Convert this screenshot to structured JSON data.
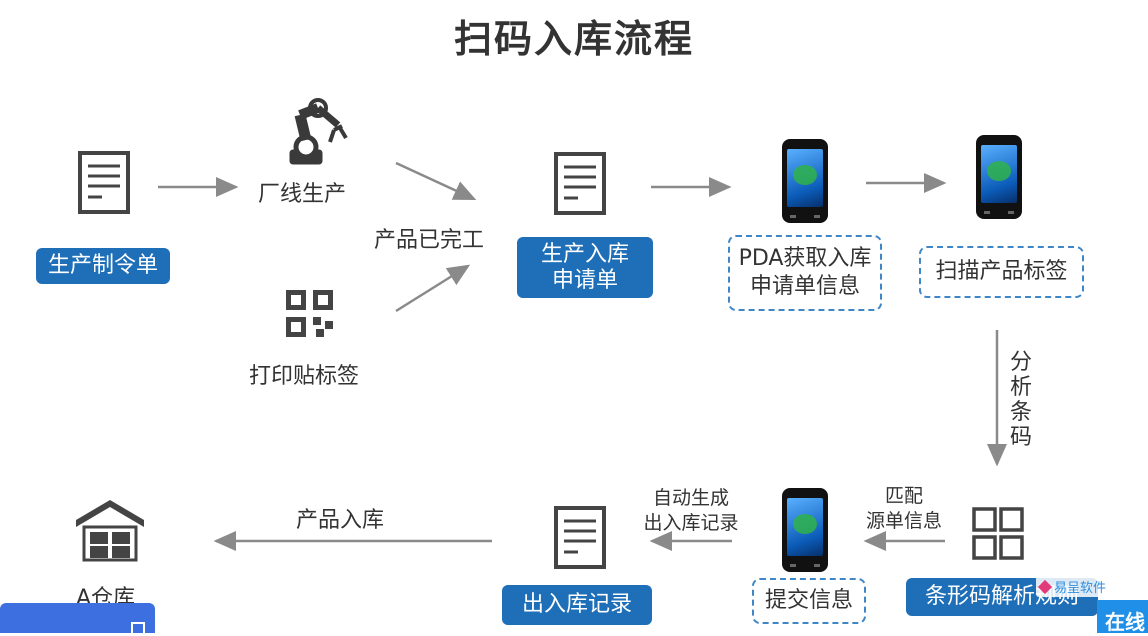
{
  "title": "扫码入库流程",
  "nodes": {
    "order": "生产制令单",
    "factory": "厂线生产",
    "done": "产品已完工",
    "print": "打印贴标签",
    "request_l1": "生产入库",
    "request_l2": "申请单",
    "pda_l1": "PDA获取入库",
    "pda_l2": "申请单信息",
    "scan": "扫描产品标签",
    "analyze": [
      "分",
      "析",
      "条",
      "码"
    ],
    "parse": "条形码解析规则",
    "match_l1": "匹配",
    "match_l2": "源单信息",
    "submit": "提交信息",
    "auto_l1": "自动生成",
    "auto_l2": "出入库记录",
    "record": "出入库记录",
    "stock_in": "产品入库",
    "warehouse": "A仓库"
  },
  "watermark": "易呈软件",
  "corner_label": "在线",
  "colors": {
    "accent": "#1e6fb8",
    "dashed": "#3f86c6",
    "arrow": "#8a8a8a"
  },
  "icons": [
    "document-icon",
    "robot-arm-icon",
    "qr-code-icon",
    "phone-icon",
    "barcode-grid-icon",
    "warehouse-icon"
  ]
}
